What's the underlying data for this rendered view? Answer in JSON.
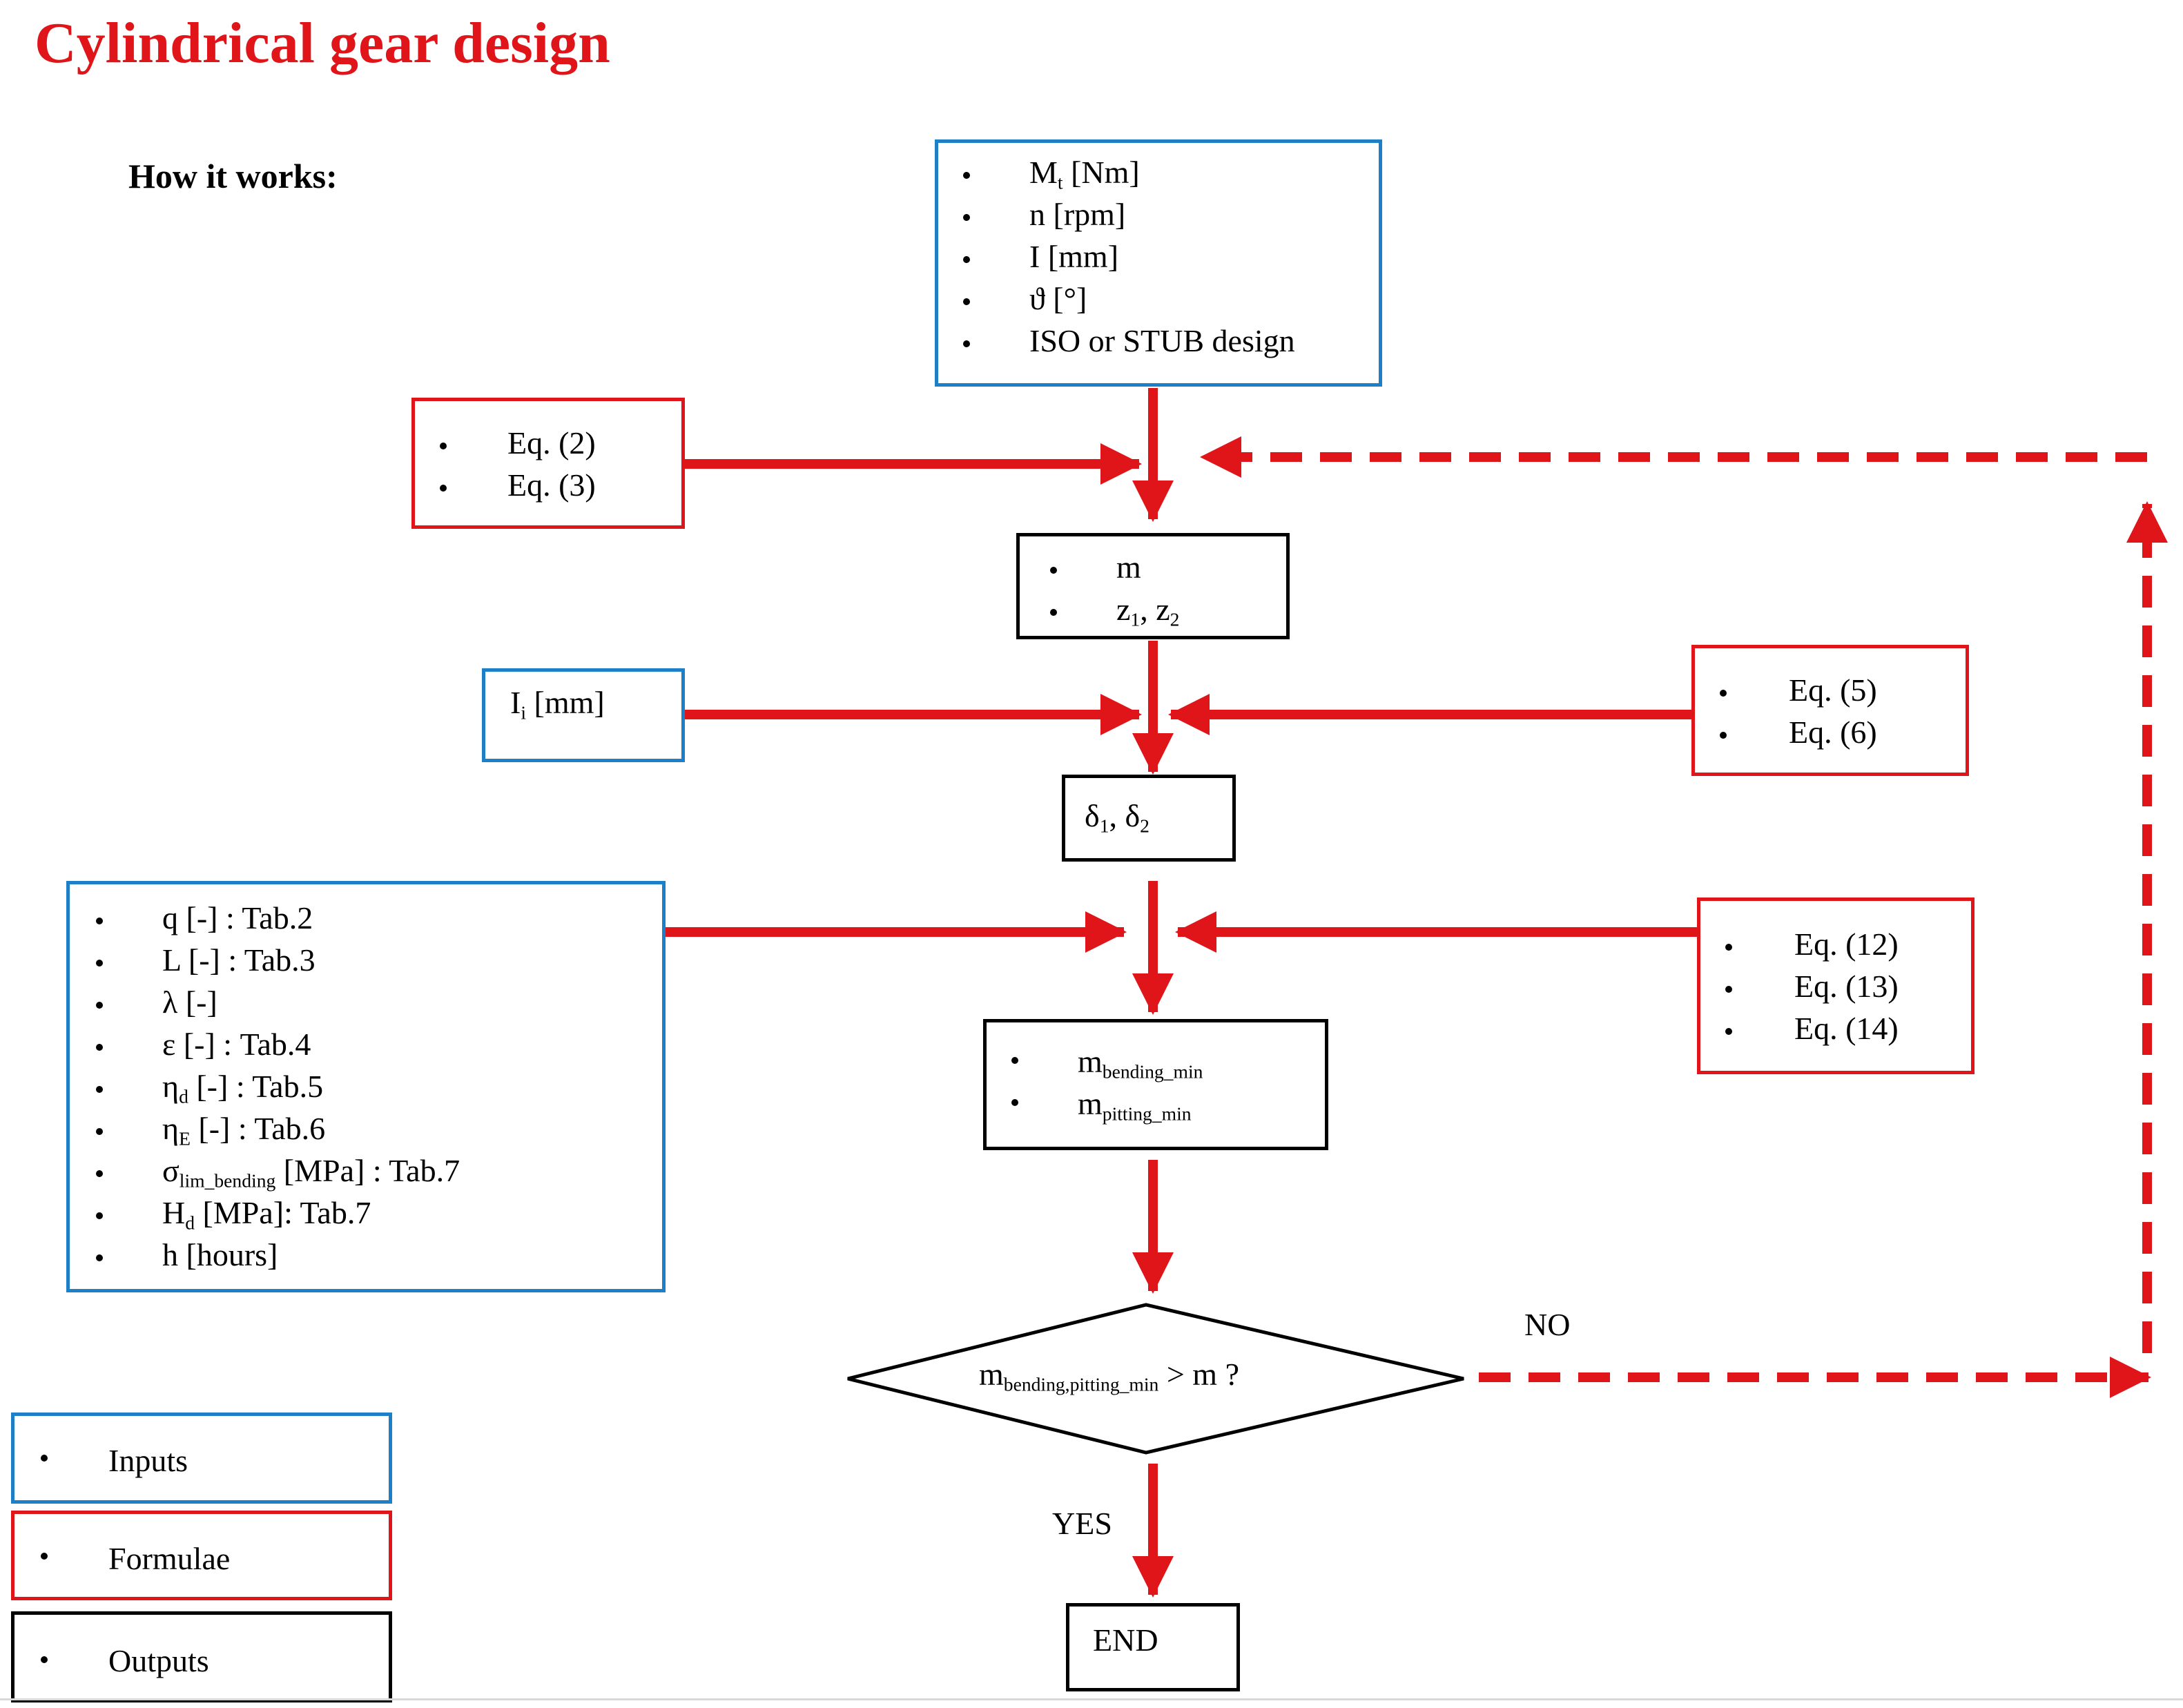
{
  "title": "Cylindrical gear design",
  "subtitle": "How it works:",
  "colors": {
    "accent_red": "#E0151A",
    "input_blue": "#1C7FC8",
    "output_black": "#000000"
  },
  "inputs_main": [
    {
      "sym": "M",
      "sub": "t",
      "rest": " [Nm]"
    },
    {
      "sym": "n",
      "sub": "",
      "rest": " [rpm]"
    },
    {
      "sym": "I",
      "sub": "",
      "rest": " [mm]"
    },
    {
      "sym": "ϑ",
      "sub": "",
      "rest": " [°]"
    },
    {
      "sym": "ISO or STUB design",
      "sub": "",
      "rest": ""
    }
  ],
  "formula_1": [
    "Eq. (2)",
    "Eq. (3)"
  ],
  "output_1": [
    {
      "a": "m",
      "sa": "",
      "b": "",
      "sb": ""
    },
    {
      "a": "z",
      "sa": "1",
      "b": ", z",
      "sb": "2"
    }
  ],
  "input_li": {
    "sym": "I",
    "sub": "i",
    "rest": " [mm]"
  },
  "formula_2": [
    "Eq. (5)",
    "Eq. (6)"
  ],
  "output_delta": {
    "a": "δ",
    "sa": "1",
    "b": ", δ",
    "sb": "2"
  },
  "inputs_params": [
    {
      "sym": "q",
      "sub": "",
      "rest": " [-] : Tab.2"
    },
    {
      "sym": "L",
      "sub": "",
      "rest": " [-] : Tab.3"
    },
    {
      "sym": "λ",
      "sub": "",
      "rest": " [-]"
    },
    {
      "sym": "ε",
      "sub": "",
      "rest": " [-] : Tab.4"
    },
    {
      "sym": "η",
      "sub": "d",
      "rest": " [-] : Tab.5"
    },
    {
      "sym": "η",
      "sub": "E",
      "rest": " [-] : Tab.6"
    },
    {
      "sym": "σ",
      "sub": "lim_bending",
      "rest": " [MPa] : Tab.7"
    },
    {
      "sym": "H",
      "sub": "d",
      "rest": " [MPa]: Tab.7"
    },
    {
      "sym": "h",
      "sub": "",
      "rest": " [hours]"
    }
  ],
  "formula_3": [
    "Eq. (12)",
    "Eq. (13)",
    "Eq. (14)"
  ],
  "output_min": [
    {
      "sym": "m",
      "sub": "bending_min"
    },
    {
      "sym": "m",
      "sub": "pitting_min"
    }
  ],
  "decision": {
    "sym": "m",
    "sub": "bending,pitting_min",
    "rest": " > m  ?"
  },
  "no_label": "NO",
  "yes_label": "YES",
  "end_label": "END",
  "legend": [
    "Inputs",
    "Formulae",
    "Outputs"
  ]
}
